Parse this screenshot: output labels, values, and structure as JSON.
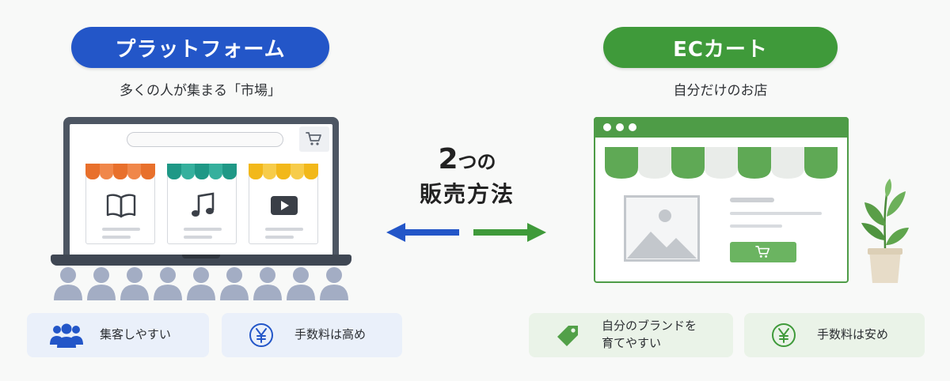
{
  "left": {
    "title": "プラットフォーム",
    "subtitle": "多くの人が集まる「市場」",
    "features": [
      {
        "icon": "people-icon",
        "label": "集客しやすい"
      },
      {
        "icon": "yen-icon",
        "label": "手数料は高め"
      }
    ],
    "shops": [
      {
        "icon": "book-icon",
        "awning_color": "#e8702c"
      },
      {
        "icon": "music-note-icon",
        "awning_color": "#21a08e"
      },
      {
        "icon": "play-icon",
        "awning_color": "#f2be22"
      }
    ]
  },
  "middle": {
    "number": "2",
    "title_suffix": "つの",
    "title_line2": "販売方法"
  },
  "right": {
    "title": "ECカート",
    "subtitle": "自分だけのお店",
    "features": [
      {
        "icon": "tag-icon",
        "label_line1": "自分のブランドを",
        "label_line2": "育てやすい"
      },
      {
        "icon": "yen-icon",
        "label": "手数料は安め"
      }
    ]
  },
  "colors": {
    "blue": "#2356c8",
    "green": "#3f9a3a",
    "arrow_blue": "#2356c8",
    "arrow_green": "#3f9a3a"
  }
}
